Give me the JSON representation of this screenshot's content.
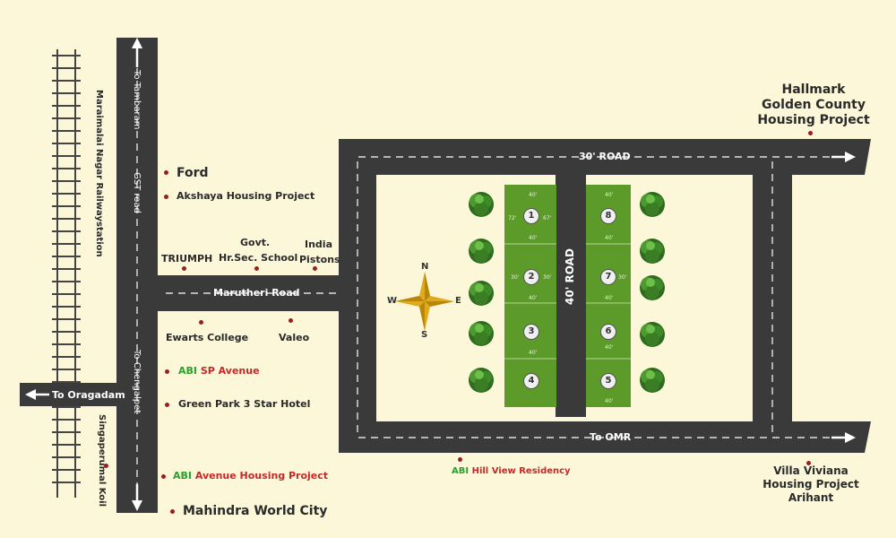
{
  "roads": {
    "road_30": "30' ROAD",
    "road_40": "40' ROAD",
    "to_omr": "To OMR",
    "marutheri": "Marutheri Road",
    "to_oragadam": "To Oragadam",
    "to_tambaram": "To Tambaram",
    "gst_road": "GST road",
    "to_chengalpet": "To Chengalpet",
    "railway": "Maraimalai Nagar Railwaystation",
    "singaperumal": "Singaperumal Koil"
  },
  "landmarks": {
    "ford": "Ford",
    "akshaya": "Akshaya Housing Project",
    "triumph": "TRIUMPH",
    "govt_school_1": "Govt.",
    "govt_school_2": "Hr.Sec. School",
    "india_pistons_1": "India",
    "india_pistons_2": "Pistons",
    "ewarts": "Ewarts College",
    "valeo": "Valeo",
    "abi_sp_prefix": "ABI",
    "abi_sp_rest": "SP Avenue",
    "green_park": "Green Park 3 Star Hotel",
    "abi_avenue_prefix": "ABI",
    "abi_avenue_rest": "Avenue Housing Project",
    "mahindra": "Mahindra World City",
    "abi_hill_prefix": "ABI",
    "abi_hill_rest": "Hill View Residency",
    "hallmark_1": "Hallmark",
    "hallmark_2": "Golden County",
    "hallmark_3": "Housing Project",
    "villa_1": "Villa Viviana",
    "villa_2": "Housing Project",
    "villa_3": "Arihant"
  },
  "compass": {
    "n": "N",
    "s": "S",
    "e": "E",
    "w": "W"
  },
  "plots": [
    "1",
    "2",
    "3",
    "4",
    "5",
    "6",
    "7",
    "8"
  ],
  "plot_dims": {
    "top": "40'",
    "inner": "30'",
    "side_left": "72'",
    "side_right": "67'"
  },
  "colors": {
    "background": "#fbf7d8",
    "road": "#3a3a3a",
    "plot_green": "#5c9a2a",
    "landmark_dot": "#9b1e1e",
    "abi_green": "#2aa02a",
    "abi_red": "#c62828"
  }
}
